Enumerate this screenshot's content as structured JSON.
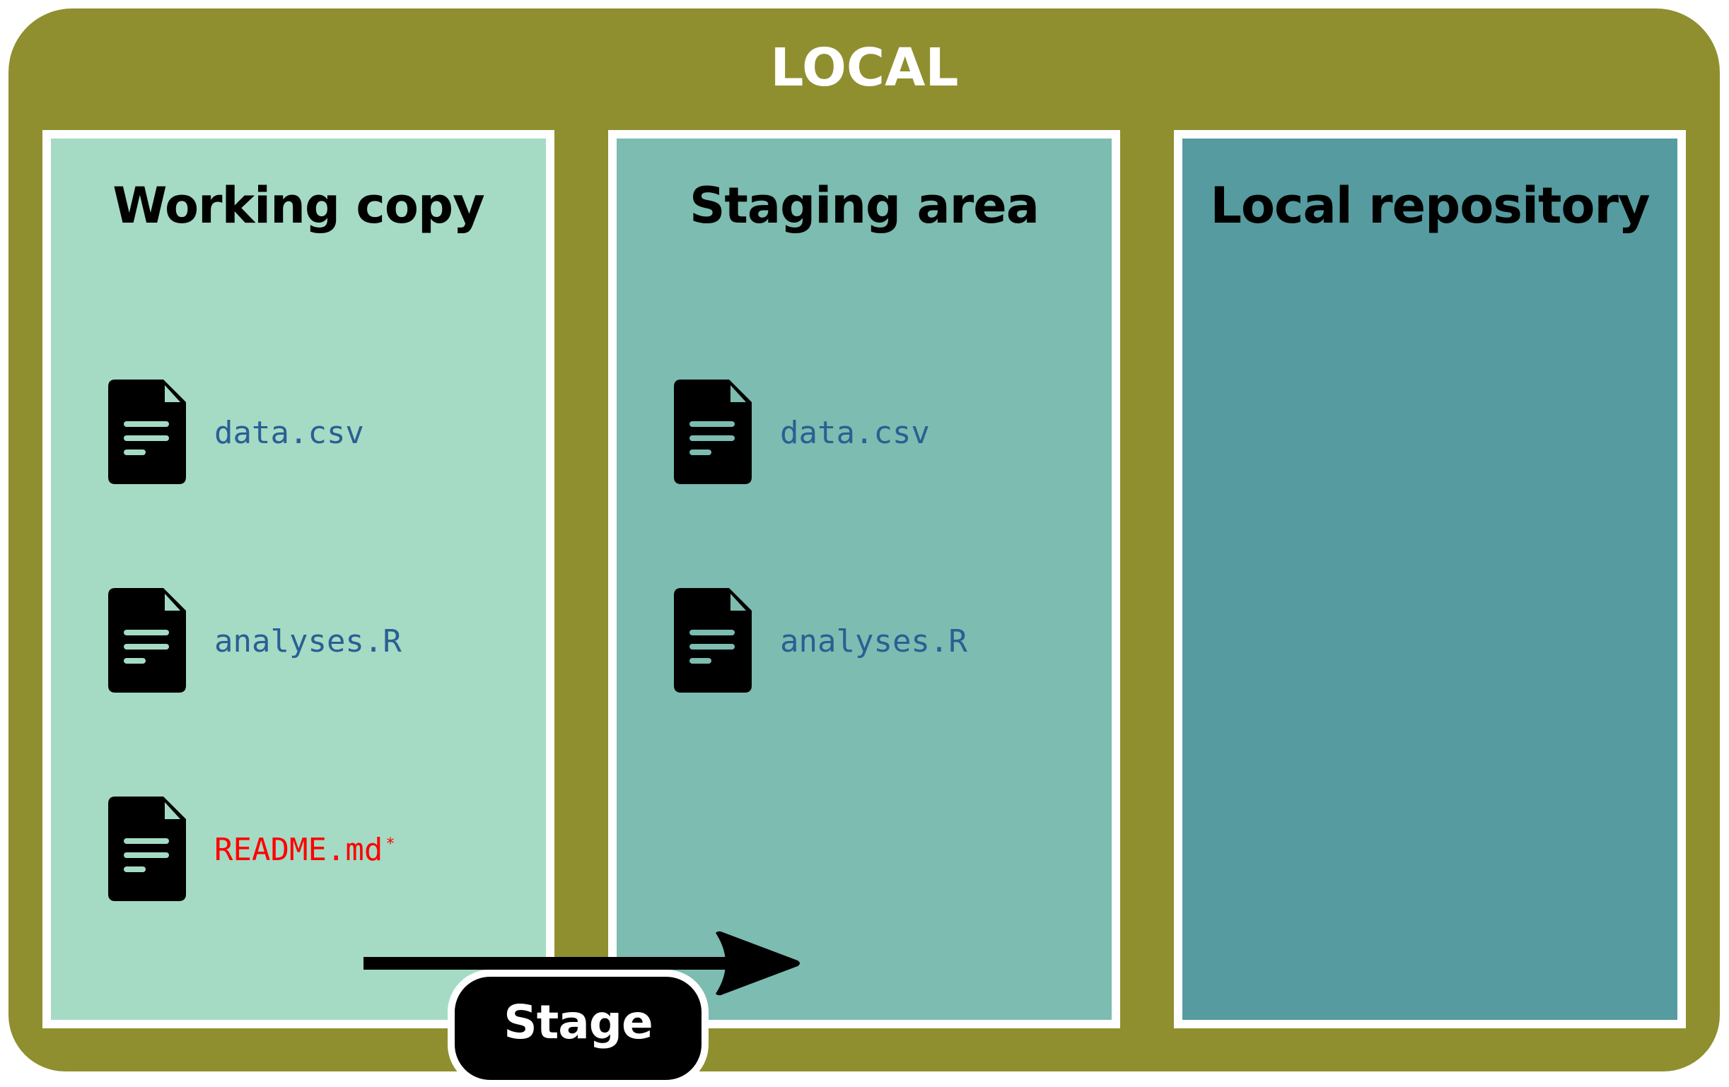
{
  "title": "LOCAL",
  "colors": {
    "outer": "#8f8f30",
    "panel_border": "#ffffff",
    "working_copy_bg": "#a5dbc4",
    "staging_area_bg": "#7dbcb0",
    "local_repository_bg": "#559b9f",
    "file_name_text": "#2a5f94",
    "modified_file_text": "#ff0000",
    "icon": "#000000"
  },
  "panels": [
    {
      "title": "Working copy",
      "files": [
        {
          "name": "data.csv",
          "icon": "file-document-icon",
          "modified": false
        },
        {
          "name": "analyses.R",
          "icon": "file-document-icon",
          "modified": false
        },
        {
          "name": "README.md",
          "icon": "file-document-icon",
          "modified": true,
          "marker": "*"
        }
      ]
    },
    {
      "title": "Staging area",
      "files": [
        {
          "name": "data.csv",
          "icon": "file-document-icon",
          "modified": false
        },
        {
          "name": "analyses.R",
          "icon": "file-document-icon",
          "modified": false
        }
      ]
    },
    {
      "title": "Local repository",
      "files": []
    }
  ],
  "action": {
    "label": "Stage",
    "from": "Working copy",
    "to": "Staging area",
    "icon": "arrow-right-icon"
  }
}
